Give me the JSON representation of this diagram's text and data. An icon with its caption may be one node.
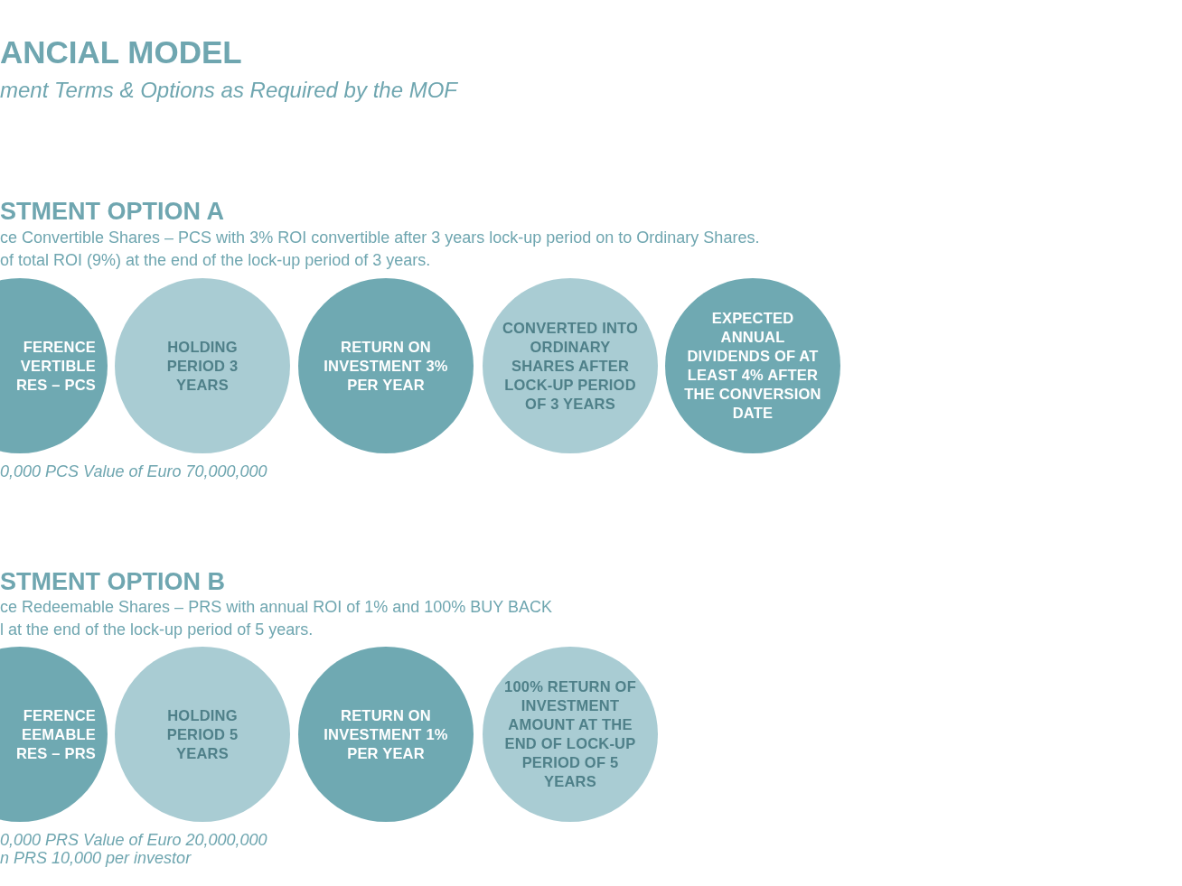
{
  "diagram": {
    "title": "ANCIAL MODEL",
    "nodes": [
      {
        "text": [
          "FERENCE VERTIBLE RES – PCS"
        ]
      },
      {
        "text": [
          "HOLDING PERIOD 3 YEARS"
        ]
      },
      {
        "text": [
          "RETURN ON INVESTMENT 3% PER YEAR"
        ]
      },
      {
        "text": [
          "CONVERTED INTO ORDINARY SHARES AFTER LOCK-UP PERIOD OF 3 YEARS"
        ]
      },
      {
        "text": [
          "EXPECTED ANNUAL DIVIDENDS OF AT LEAST 4% AFTER THE CONVERSION DATE"
        ]
      },
      {
        "text": [
          "FERENCE EEMABLE RES – PRS"
        ]
      },
      {
        "text": [
          "HOLDING PERIOD 5 YEARS"
        ]
      },
      {
        "text": [
          "RETURN ON INVESTMENT 1% PER YEAR"
        ]
      },
      {
        "text": [
          "100% RETURN OF INVESTMENT AMOUNT AT THE END OF LOCK-UP PERIOD OF 5 YEARS"
        ]
      }
    ],
    "edges": [],
    "labels": [
      "ment Terms & Options as Required by the MOF",
      "STMENT OPTION A",
      "ce Convertible Shares – PCS with 3% ROI convertible after 3 years lock-up period on to Ordinary Shares.",
      "of total ROI (9%) at the end of the lock-up period of 3 years.",
      "0,000 PCS Value of Euro 70,000,000",
      "STMENT OPTION B",
      "ce Redeemable Shares – PRS with annual ROI of 1% and 100% BUY BACK",
      "l at the end of the lock-up period of 5 years.",
      "0,000 PRS Value of Euro 20,000,000",
      "n PRS 10,000 per investor"
    ]
  }
}
